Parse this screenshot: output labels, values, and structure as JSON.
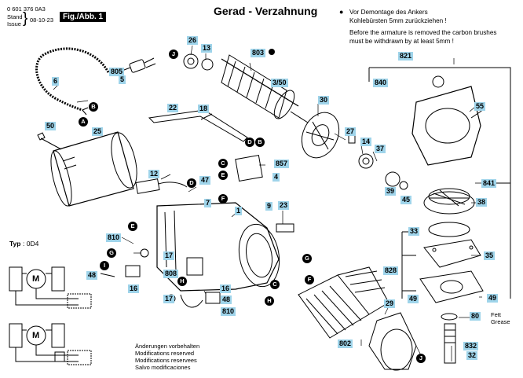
{
  "header": {
    "part_number": "0 601 376 0A3",
    "stand_label_1": "Stand",
    "stand_label_2": "Issue",
    "date": "08-10-23",
    "fig_label": "Fig./Abb. 1",
    "title": "Gerad - Verzahnung"
  },
  "notice": {
    "bullet": "●",
    "de_line1": "Vor Demontage des Ankers",
    "de_line2": "Kohlebürsten 5mm zurückziehen !",
    "en_line1": "Before the armature is removed the carbon brushes",
    "en_line2": "must be withdrawn by at least 5mm !"
  },
  "typ": {
    "label": "Typ",
    "value": ": 0D4"
  },
  "motor_symbol": "M",
  "fett": {
    "line1": "Fett",
    "line2": "Grease"
  },
  "footer": {
    "l1": "Änderungen vorbehalten",
    "l2": "Modifications reserved",
    "l3": "Modifications reservees",
    "l4": "Salvo modificaciones"
  },
  "callouts": [
    "5",
    "6",
    "805",
    "50",
    "25",
    "B",
    "A",
    "26",
    "13",
    "J",
    "22",
    "18",
    "803",
    "3/50",
    "30",
    "27",
    "14",
    "37",
    "D",
    "B",
    "C",
    "857",
    "E",
    "F",
    "4",
    "12",
    "47",
    "D",
    "7",
    "1",
    "9",
    "23",
    "810",
    "G",
    "I",
    "17",
    "48",
    "E",
    "16",
    "808",
    "H",
    "17",
    "16",
    "48",
    "810",
    "821",
    "840",
    "55",
    "841",
    "38",
    "33",
    "35",
    "828",
    "49",
    "49",
    "80",
    "832",
    "32",
    "29",
    "J",
    "802",
    "G",
    "F",
    "C",
    "H",
    "39",
    "45"
  ]
}
